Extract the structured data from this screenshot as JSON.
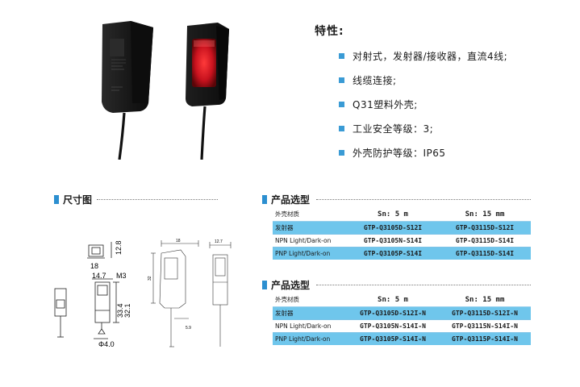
{
  "features": {
    "title": "特性:",
    "items": [
      "对射式，发射器/接收器，直流4线;",
      "线缆连接;",
      "Q31塑料外壳;",
      "工业安全等级：3;",
      "外壳防护等级：IP65"
    ]
  },
  "dimensions": {
    "title": "尺寸图",
    "labels": [
      "18",
      "12.8",
      "14.7",
      "M3",
      "33.4",
      "32.1",
      "Φ4.0",
      "18",
      "12.7",
      "32",
      "5.9"
    ]
  },
  "tables": [
    {
      "title": "产品选型",
      "header": [
        "外壳材质",
        "Sn: 5 m",
        "Sn: 15 mm"
      ],
      "rows": [
        [
          "发射器",
          "GTP-Q3105D-S12I",
          "GTP-Q3115D-S12I"
        ],
        [
          "NPN Light/Dark-on",
          "GTP-Q3105N-S14I",
          "GTP-Q3115D-S14I"
        ],
        [
          "PNP Light/Dark-on",
          "GTP-Q3105P-S14I",
          "GTP-Q3115D-S14I"
        ]
      ]
    },
    {
      "title": "产品选型",
      "header": [
        "外壳材质",
        "Sn: 5 m",
        "Sn: 15 mm"
      ],
      "rows": [
        [
          "发射器",
          "GTP-Q3105D-S12I-N",
          "GTP-Q3115D-S12I-N"
        ],
        [
          "NPN Light/Dark-on",
          "GTP-Q3105N-S14I-N",
          "GTP-Q3115N-S14I-N"
        ],
        [
          "PNP Light/Dark-on",
          "GTP-Q3105P-S14I-N",
          "GTP-Q3115P-S14I-N"
        ]
      ]
    }
  ],
  "colors": {
    "accent": "#2c8fd0",
    "row_highlight": "#6fc6ec",
    "lens_red": "#c8121e"
  }
}
